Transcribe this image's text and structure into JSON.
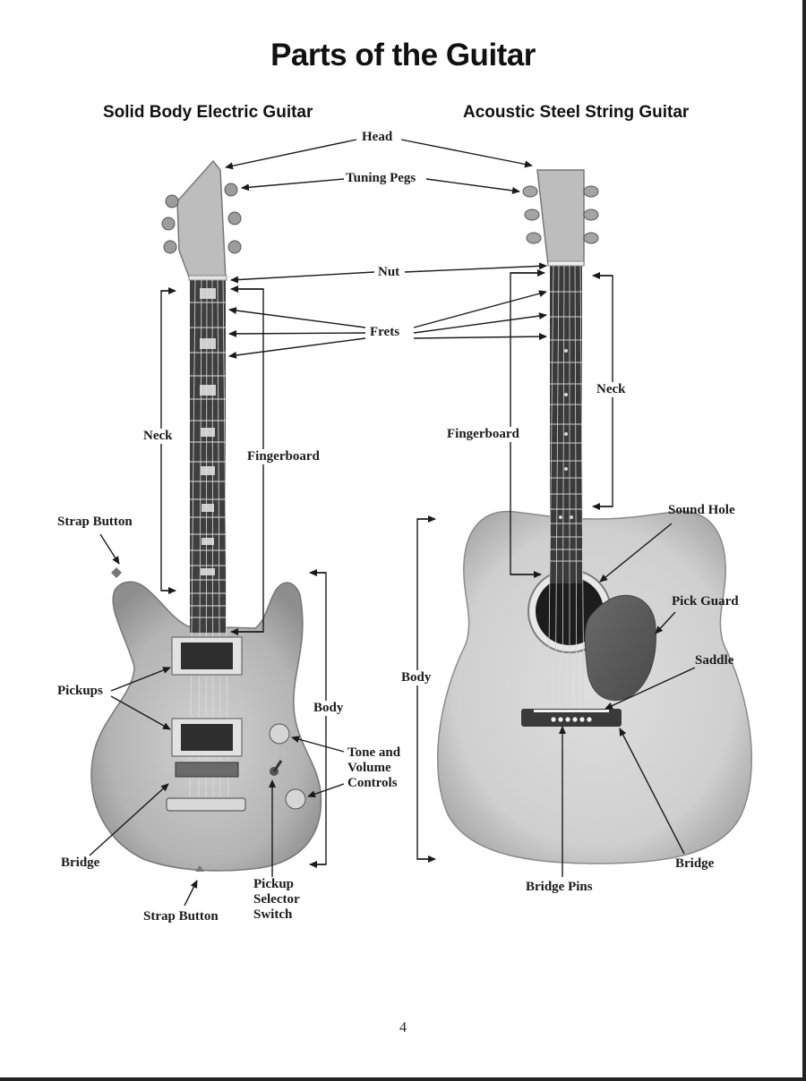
{
  "title": "Parts of the Guitar",
  "electric": {
    "heading": "Solid Body Electric Guitar",
    "labels": {
      "neck": "Neck",
      "fingerboard": "Fingerboard",
      "strap_button_top": "Strap Button",
      "pickups": "Pickups",
      "body": "Body",
      "controls": [
        "Tone and",
        "Volume",
        "Controls"
      ],
      "bridge": "Bridge",
      "strap_button_bottom": "Strap Button",
      "selector": [
        "Pickup",
        "Selector",
        "Switch"
      ]
    }
  },
  "acoustic": {
    "heading": "Acoustic Steel String Guitar",
    "labels": {
      "neck": "Neck",
      "fingerboard": "Fingerboard",
      "sound_hole": "Sound Hole",
      "pick_guard": "Pick Guard",
      "saddle": "Saddle",
      "body": "Body",
      "bridge": "Bridge",
      "bridge_pins": "Bridge Pins"
    }
  },
  "shared": {
    "head": "Head",
    "tuning_pegs": "Tuning Pegs",
    "nut": "Nut",
    "frets": "Frets"
  },
  "page_number": "4"
}
